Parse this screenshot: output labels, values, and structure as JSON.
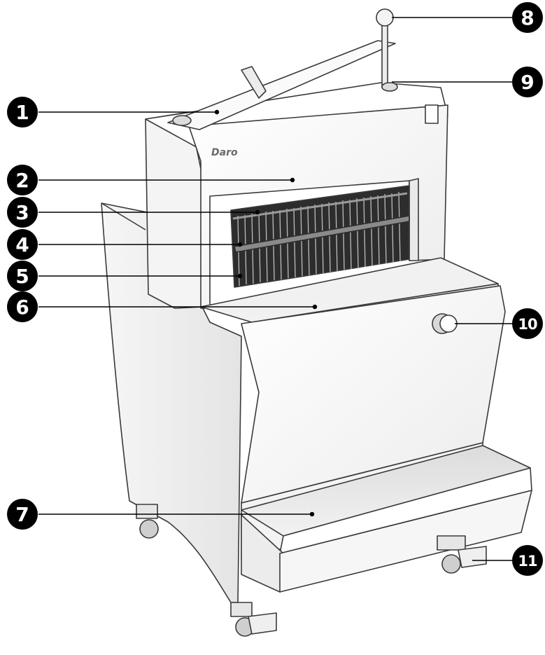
{
  "diagram": {
    "brand_logo_text": "Daro",
    "colors": {
      "marker_fill": "#000000",
      "marker_text": "#ffffff",
      "leader_line": "#000000",
      "machine_outline": "#3a3a3a",
      "machine_fill": "#fbfbfb",
      "shadow": "#d9d9d9"
    },
    "callouts": [
      {
        "number": "1"
      },
      {
        "number": "2"
      },
      {
        "number": "3"
      },
      {
        "number": "4"
      },
      {
        "number": "5"
      },
      {
        "number": "6"
      },
      {
        "number": "7"
      },
      {
        "number": "8"
      },
      {
        "number": "9"
      },
      {
        "number": "10"
      },
      {
        "number": "11"
      }
    ]
  }
}
